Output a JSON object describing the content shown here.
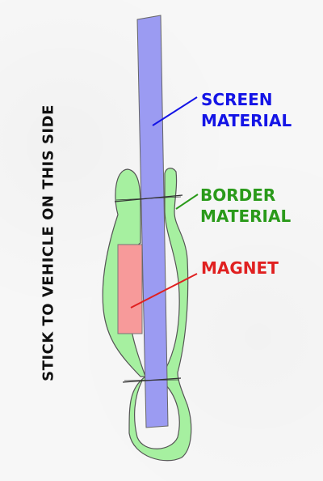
{
  "side_label": "STICK TO VEHICLE ON THIS SIDE",
  "callouts": {
    "screen": {
      "line1": "SCREEN",
      "line2": "MATERIAL",
      "color": "#1414e6"
    },
    "border": {
      "line1": "BORDER",
      "line2": "MATERIAL",
      "color": "#2a9a1a"
    },
    "magnet": {
      "line1": "MAGNET",
      "color": "#e02020"
    }
  },
  "colors": {
    "screen_fill": "#9b9bf2",
    "border_fill": "#a6f0a0",
    "magnet_fill": "#f79a9a",
    "outline": "#555555",
    "side_label": "#111111"
  }
}
